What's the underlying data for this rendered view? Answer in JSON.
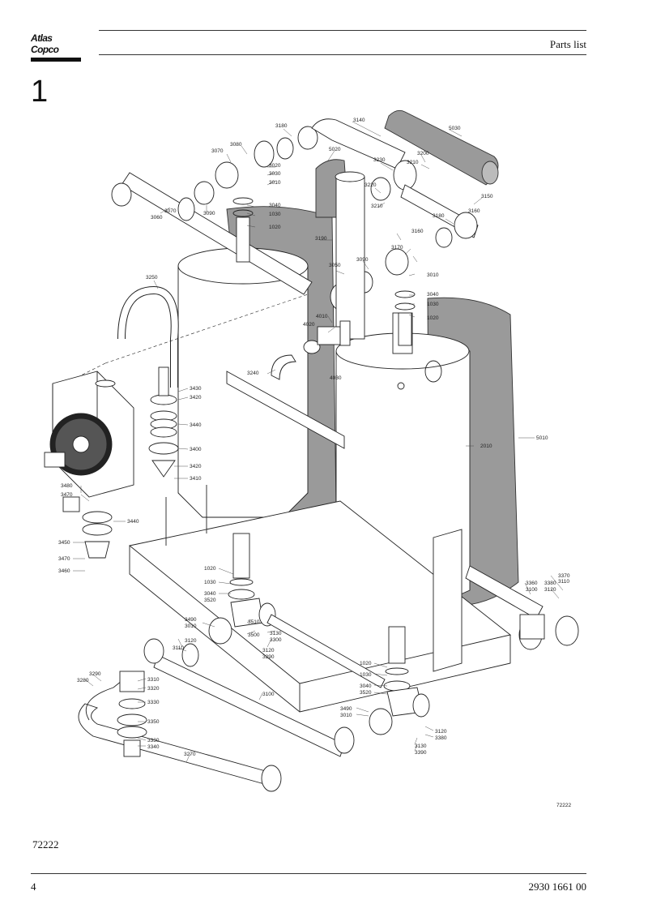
{
  "header": {
    "brand": "Atlas Copco",
    "title": "Parts list"
  },
  "section": {
    "number": "1"
  },
  "drawing": {
    "ref_inline": "72222",
    "callouts": {
      "c3180a": "3180",
      "c3140": "3140",
      "c5030": "5030",
      "c5020": "5020",
      "c3080": "3080",
      "c3070": "3070",
      "c3020": "3020",
      "c3030": "3030",
      "c3010a": "3010",
      "c3230": "3230",
      "c3200": "3200",
      "c3210a": "3210",
      "c3220": "3220",
      "c3210b": "3210",
      "c3150": "3150",
      "c3180b": "3180",
      "c3160a": "3160",
      "c3070b": "3070",
      "c3060": "3060",
      "c3090a": "3090",
      "c3040a": "3040",
      "c1030a": "1030",
      "c1020a": "1020",
      "c3190": "3190",
      "c3170": "3170",
      "c3160b": "3160",
      "c3010b": "3010",
      "c3090b": "3090",
      "c3050": "3050",
      "c3040b": "3040",
      "c1030b": "1030",
      "c1020b": "1020",
      "c3250": "3250",
      "c4010": "4010",
      "c4020": "4020",
      "c4030": "4030",
      "c3240": "3240",
      "c3430": "3430",
      "c3420a": "3420",
      "c3440a": "3440",
      "c3400": "3400",
      "c3420b": "3420",
      "c3410": "3410",
      "c2010": "2010",
      "c5010": "5010",
      "c3480": "3480",
      "c3470a": "3470",
      "c3440b": "3440",
      "c3450": "3450",
      "c3470b": "3470",
      "c3460": "3460",
      "c1020c": "1020",
      "c1030c": "1030",
      "c3040c": "3040",
      "c3520a": "3520",
      "c3490a": "3490",
      "c3010c": "3010",
      "c3510": "3510",
      "c3500": "3500",
      "c3130a": "3130",
      "c3300": "3300",
      "c3120a": "3120",
      "c3290a": "3290",
      "c3370": "3370",
      "c3360": "3360",
      "c3100a": "3100",
      "c3380a": "3380",
      "c3120b": "3120",
      "c3110a": "3110",
      "c3120c": "3120",
      "c3110b": "3110",
      "c3290b": "3290",
      "c3310": "3310",
      "c3280": "3280",
      "c3320": "3320",
      "c3330a": "3330",
      "c3100b": "3100",
      "c3350": "3350",
      "c3330b": "3330",
      "c3340": "3340",
      "c3270": "3270",
      "c1020d": "1020",
      "c1030d": "1030",
      "c3040d": "3040",
      "c3520b": "3520",
      "c3490b": "3490",
      "c3010d": "3010",
      "c3120d": "3120",
      "c3380b": "3380",
      "c3130b": "3130",
      "c3390": "3390"
    }
  },
  "footer": {
    "drawing_ref": "72222",
    "page_number": "4",
    "doc_number": "2930 1661 00"
  }
}
